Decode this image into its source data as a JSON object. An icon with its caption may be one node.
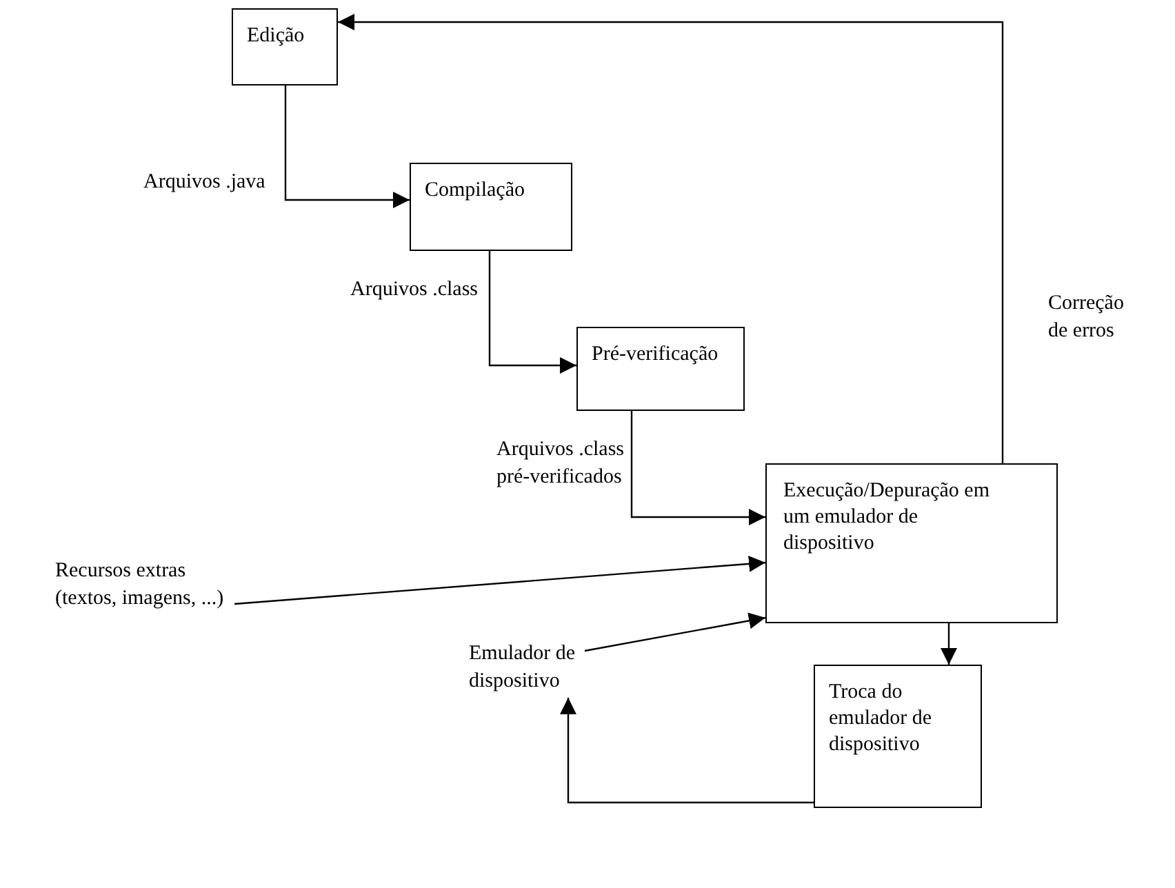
{
  "diagram": {
    "nodes": [
      {
        "text": [
          "Edição"
        ]
      },
      {
        "text": [
          "Compilação"
        ]
      },
      {
        "text": [
          "Pré-verificação"
        ]
      },
      {
        "text": [
          "Execução/Depuração em um emulador de dispositivo"
        ]
      },
      {
        "text": [
          "Troca do emulador de dispositivo"
        ]
      },
      {
        "text": [
          "Recursos extras (textos, imagens, ...)"
        ]
      },
      {
        "text": [
          "Emulador de dispositivo"
        ]
      }
    ],
    "edges": [
      {
        "from": 0,
        "to": 1,
        "arrow": "to",
        "label": "Arquivos .java"
      },
      {
        "from": 1,
        "to": 2,
        "arrow": "to",
        "label": "Arquivos .class"
      },
      {
        "from": 2,
        "to": 3,
        "arrow": "to",
        "label": "Arquivos .class pré-verificados"
      },
      {
        "from": 5,
        "to": 3,
        "arrow": "to"
      },
      {
        "from": 6,
        "to": 3,
        "arrow": "to"
      },
      {
        "from": 3,
        "to": 4,
        "arrow": "to"
      },
      {
        "from": 4,
        "to": 6,
        "arrow": "to"
      },
      {
        "from": 3,
        "to": 0,
        "arrow": "to",
        "label": "Correção de erros"
      }
    ]
  }
}
